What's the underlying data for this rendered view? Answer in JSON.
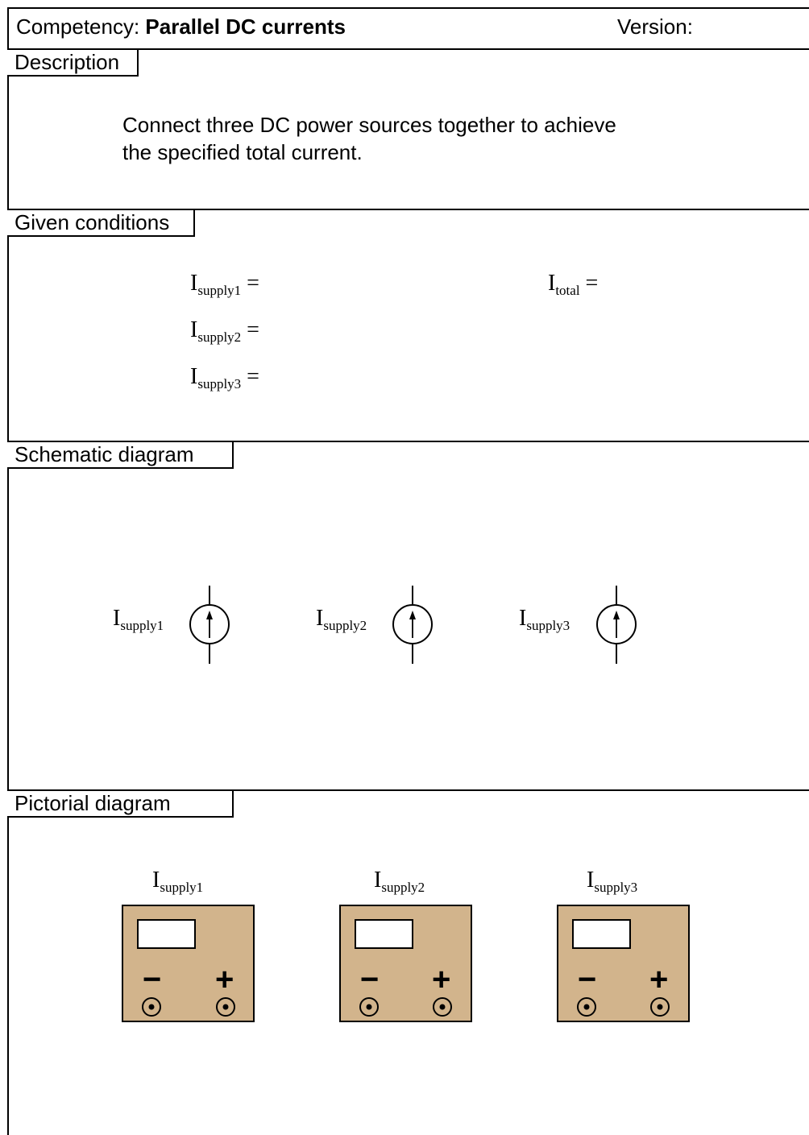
{
  "header": {
    "competency_label": "Competency:",
    "competency_name": "Parallel DC currents",
    "version_label": "Version:"
  },
  "sections": {
    "description": {
      "label": "Description",
      "text_line1": "Connect three DC power sources together to achieve",
      "text_line2": "the specified total current."
    },
    "given": {
      "label": "Given conditions",
      "items": [
        {
          "symbol": "I",
          "sub": "supply1",
          "eq": "="
        },
        {
          "symbol": "I",
          "sub": "supply2",
          "eq": "="
        },
        {
          "symbol": "I",
          "sub": "supply3",
          "eq": "="
        }
      ],
      "total": {
        "symbol": "I",
        "sub": "total",
        "eq": "="
      }
    },
    "schematic": {
      "label": "Schematic diagram",
      "sources": [
        {
          "symbol": "I",
          "sub": "supply1"
        },
        {
          "symbol": "I",
          "sub": "supply2"
        },
        {
          "symbol": "I",
          "sub": "supply3"
        }
      ]
    },
    "pictorial": {
      "label": "Pictorial diagram",
      "supplies": [
        {
          "symbol": "I",
          "sub": "supply1",
          "minus": "−",
          "plus": "+"
        },
        {
          "symbol": "I",
          "sub": "supply2",
          "minus": "−",
          "plus": "+"
        },
        {
          "symbol": "I",
          "sub": "supply3",
          "minus": "−",
          "plus": "+"
        }
      ]
    }
  },
  "colors": {
    "supply_body": "#d2b48c",
    "line": "#000000",
    "background": "#ffffff"
  }
}
